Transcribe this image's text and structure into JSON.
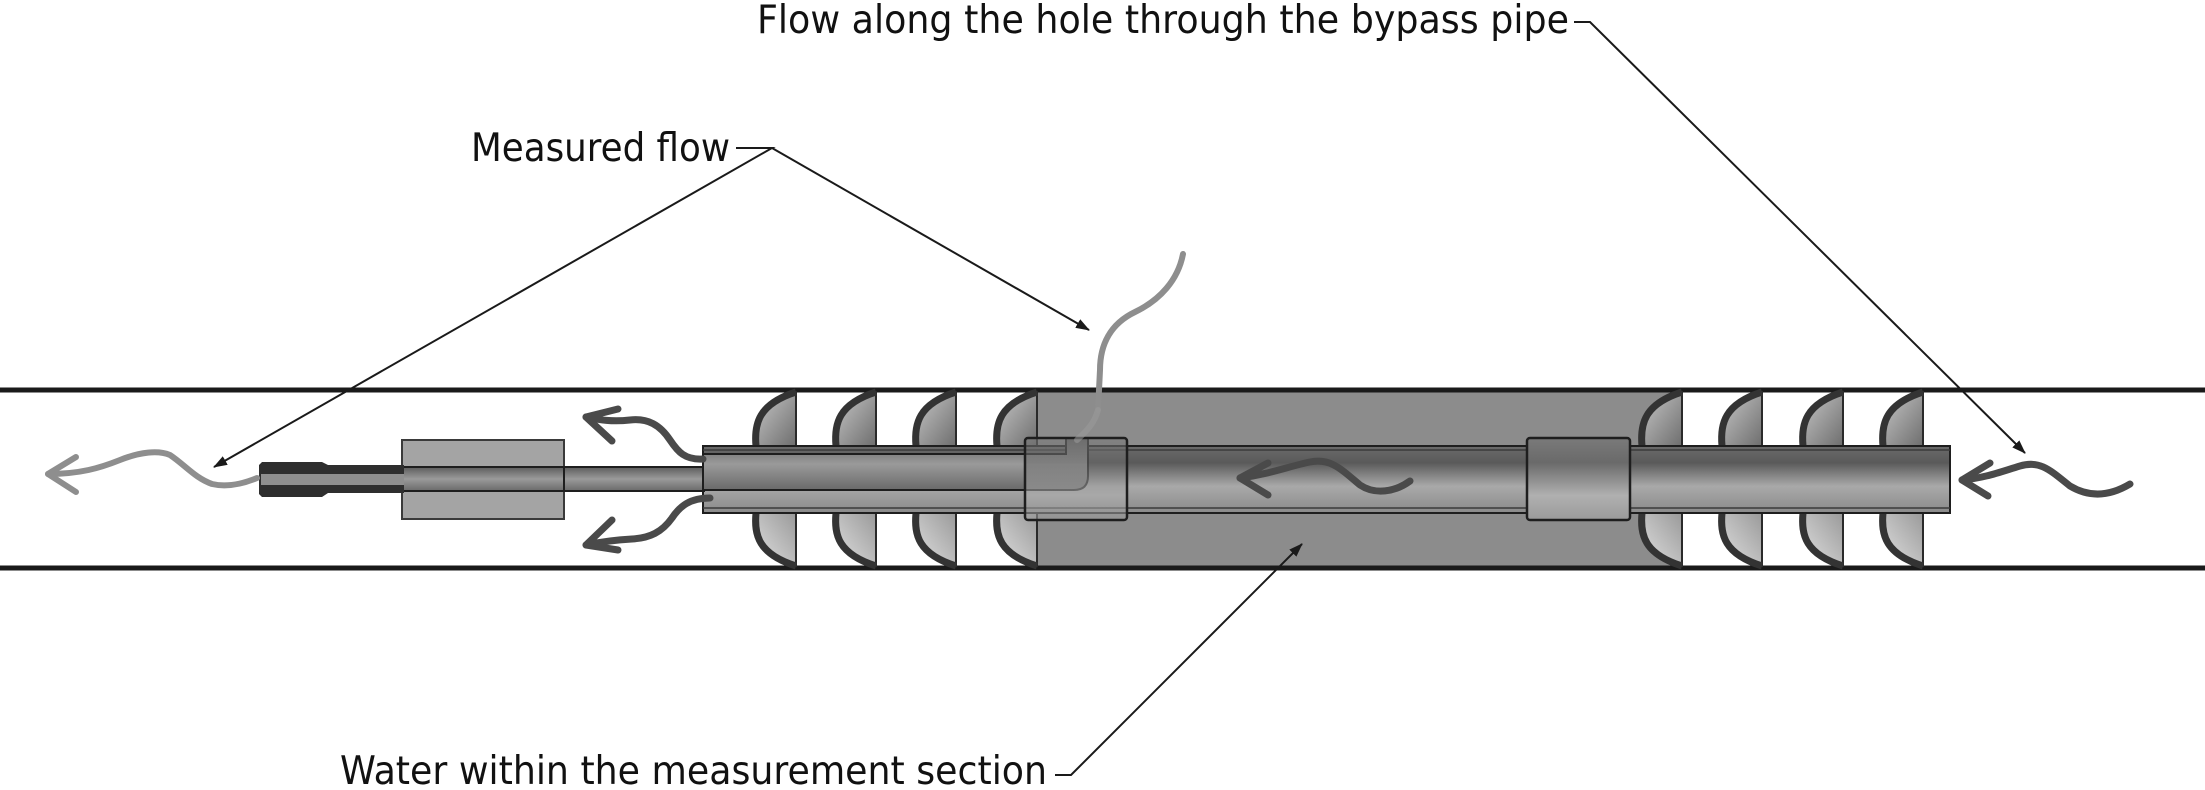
{
  "figure": {
    "type": "schematic cross-section",
    "subject": "flowmeter with bypass pipe inside borehole"
  },
  "labels": {
    "bypass_flow": "Flow along the hole through the bypass pipe",
    "measured_flow": "Measured flow",
    "measurement_section_water": "Water within the measurement section"
  },
  "components": {
    "left_baffle_count": 4,
    "right_baffle_count": 4,
    "collar_count": 2
  },
  "flow_arrows": [
    {
      "id": "inflow-right",
      "direction": "left",
      "style": "dark"
    },
    {
      "id": "inside-measurement-section",
      "direction": "left",
      "style": "dark"
    },
    {
      "id": "outflow-upper",
      "direction": "up-left",
      "style": "dark"
    },
    {
      "id": "outflow-lower",
      "direction": "down-left",
      "style": "dark"
    },
    {
      "id": "measured-inflow",
      "direction": "down",
      "style": "light"
    },
    {
      "id": "measured-outflow",
      "direction": "left",
      "style": "light"
    }
  ],
  "colors": {
    "line": "#1a1a1a",
    "measurement_section": "#8c8c8c",
    "flow_arrow_dark": "#4a4a4a",
    "flow_arrow_light": "#8e8e8e",
    "box_gray": "#a4a4a4",
    "nozzle": "#2e2e2e"
  }
}
